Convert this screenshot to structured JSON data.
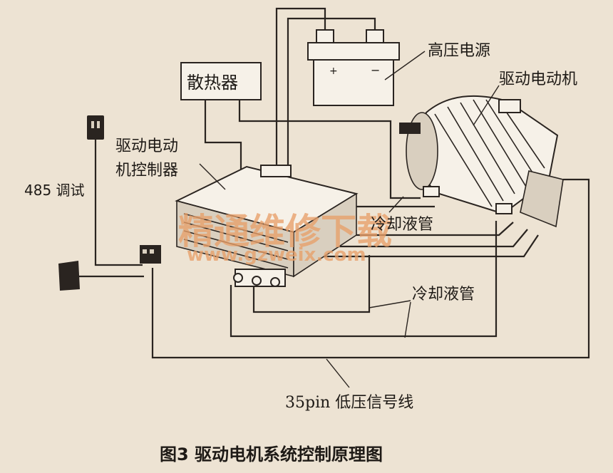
{
  "labels": {
    "high_voltage_source": "高压电源",
    "radiator": "散热器",
    "drive_motor": "驱动电动机",
    "controller_line1": "驱动电动",
    "controller_line2": "机控制器",
    "debug_485": "485 调试",
    "coolant_pipe_top": "冷却液管",
    "coolant_pipe_bottom": "冷却液管",
    "signal_line": "35pin 低压信号线",
    "battery_plus": "+",
    "battery_minus": "−"
  },
  "watermark": {
    "text": "精通维修下载",
    "url": "www.gzweix.com"
  },
  "caption": "图3   驱动电机系统控制原理图",
  "colors": {
    "background": "#ede3d3",
    "line": "#2a2420",
    "watermark": "#e8a06a"
  }
}
